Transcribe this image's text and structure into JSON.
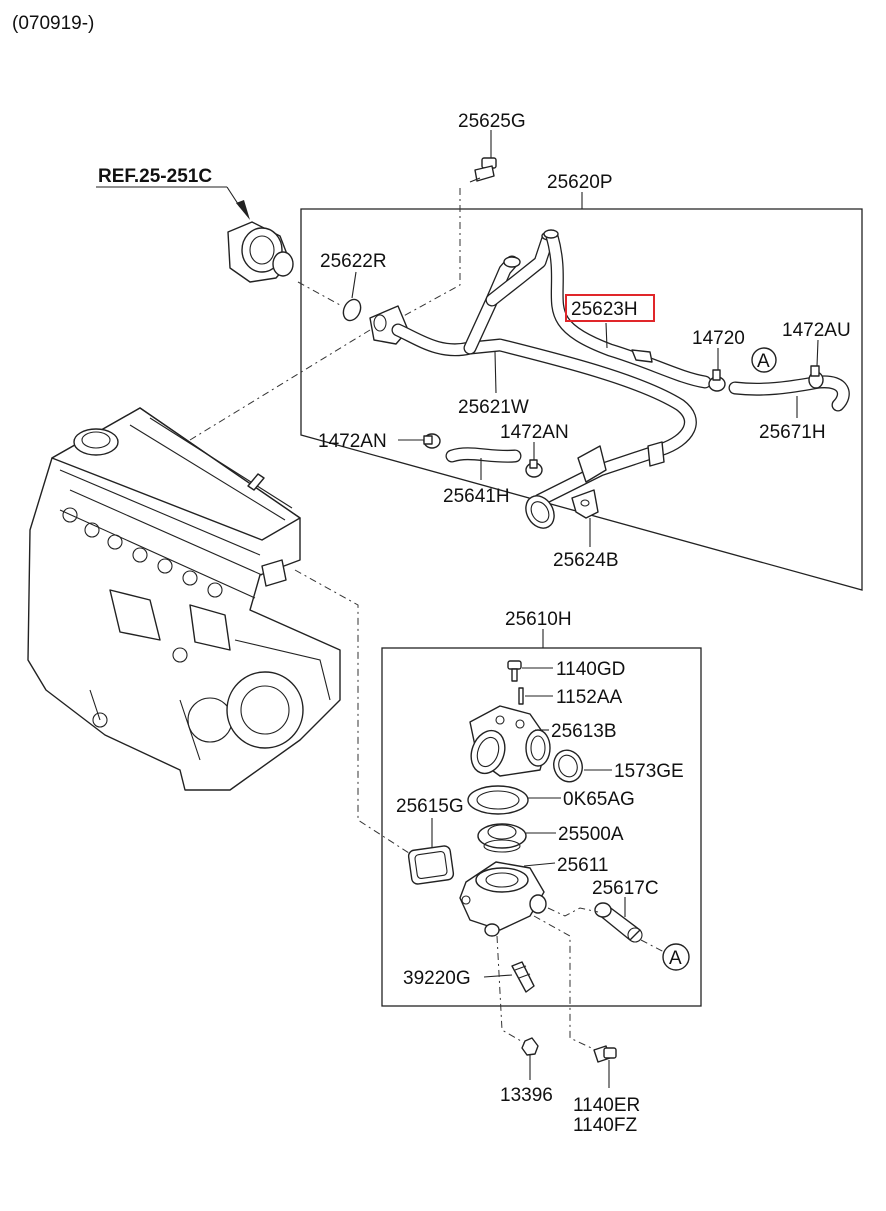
{
  "header": {
    "date_code": "(070919-)"
  },
  "reference": {
    "label": "REF.25-251C"
  },
  "callout_marker": "A",
  "highlighted_part": "25623H",
  "colors": {
    "line": "#222222",
    "highlight": "#e0262a",
    "background": "#ffffff"
  },
  "labels": {
    "p25625G": "25625G",
    "p25620P": "25620P",
    "p25622R": "25622R",
    "p25623H": "25623H",
    "p14720": "14720",
    "p1472AU": "1472AU",
    "p25621W": "25621W",
    "p25671H": "25671H",
    "p1472AN_left": "1472AN",
    "p1472AN_right": "1472AN",
    "p25641H": "25641H",
    "p25624B": "25624B",
    "p25610H": "25610H",
    "p1140GD": "1140GD",
    "p1152AA": "1152AA",
    "p25613B": "25613B",
    "p1573GE": "1573GE",
    "p25615G": "25615G",
    "p0K65AG": "0K65AG",
    "p25500A": "25500A",
    "p25611": "25611",
    "p25617C": "25617C",
    "p39220G": "39220G",
    "p13396": "13396",
    "p1140ER": "1140ER",
    "p1140FZ": "1140FZ"
  }
}
